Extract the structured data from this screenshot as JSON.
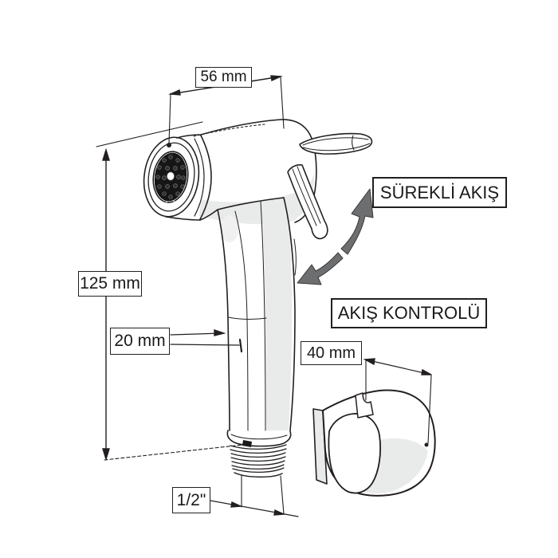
{
  "figure": {
    "type": "technical line drawing",
    "subject": "handheld bidet sprayer with trigger, 1/2 inch threaded inlet and wall holder",
    "dimensions": {
      "head_width": "56 mm",
      "body_height": "125 mm",
      "handle_width": "20 mm",
      "holder_width": "40 mm",
      "thread_size": "1/2\""
    },
    "callouts": {
      "continuous_flow": "SÜREKLİ AKIŞ",
      "flow_control": "AKIŞ KONTROLÜ"
    },
    "colors": {
      "line": "#231f20",
      "shading": "#e9eaea",
      "rotation_arrow": "#6d6e70",
      "background": "#ffffff"
    }
  }
}
